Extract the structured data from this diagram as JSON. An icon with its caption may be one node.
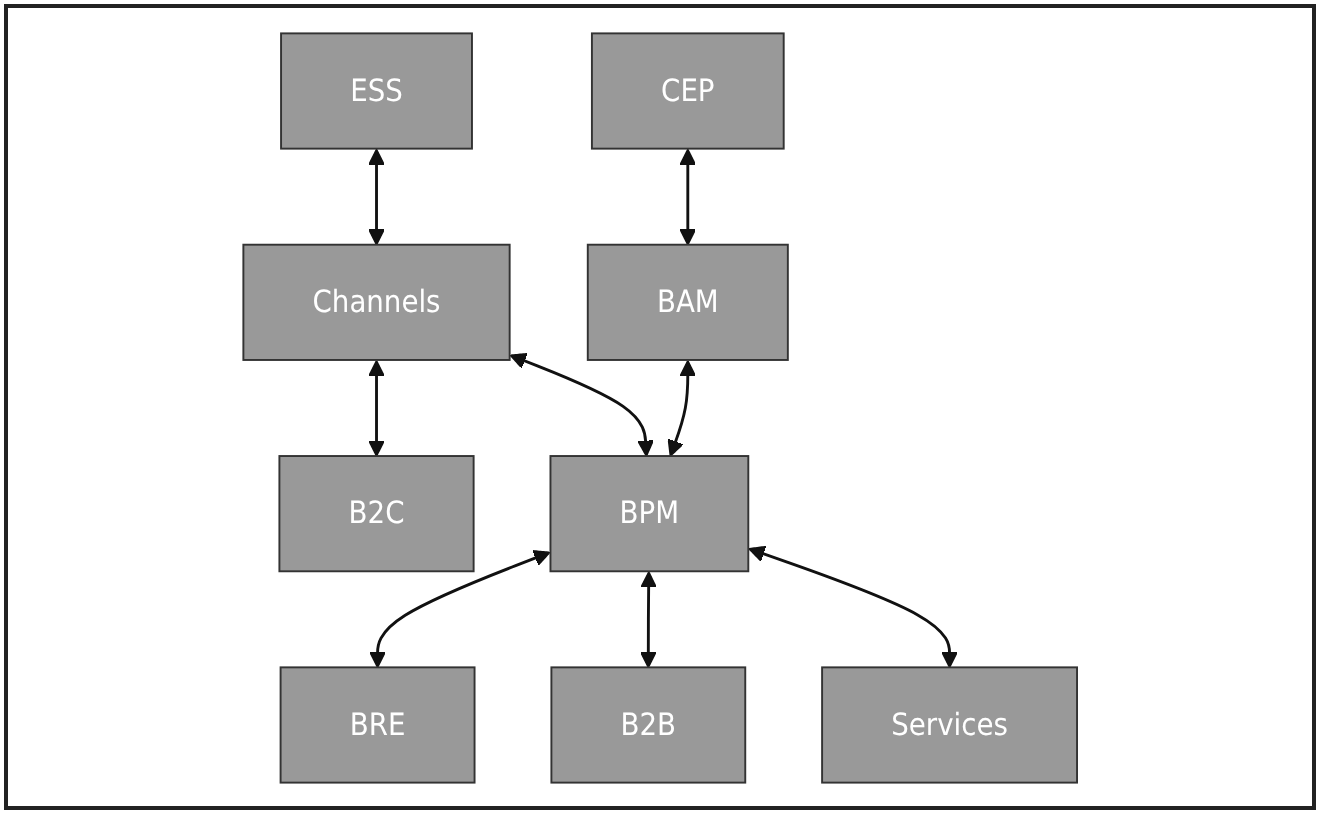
{
  "diagram": {
    "nodes": [
      {
        "text": [
          "CEP"
        ]
      },
      {
        "text": [
          "ESS"
        ]
      },
      {
        "text": [
          "Channels"
        ]
      },
      {
        "text": [
          "B2C"
        ]
      },
      {
        "text": [
          "BRE"
        ]
      },
      {
        "text": [
          "BAM"
        ]
      },
      {
        "text": [
          "BPM"
        ]
      },
      {
        "text": [
          "B2B"
        ]
      },
      {
        "text": [
          "Services"
        ]
      }
    ],
    "edges": [
      {
        "from": 1,
        "to": 2,
        "arrow": "both"
      },
      {
        "from": 2,
        "to": 3,
        "arrow": "both"
      },
      {
        "from": 0,
        "to": 5,
        "arrow": "both"
      },
      {
        "from": 2,
        "to": 6,
        "arrow": "both"
      },
      {
        "from": 5,
        "to": 6,
        "arrow": "both"
      },
      {
        "from": 6,
        "to": 4,
        "arrow": "both"
      },
      {
        "from": 6,
        "to": 7,
        "arrow": "both"
      },
      {
        "from": 6,
        "to": 8,
        "arrow": "both"
      }
    ]
  }
}
